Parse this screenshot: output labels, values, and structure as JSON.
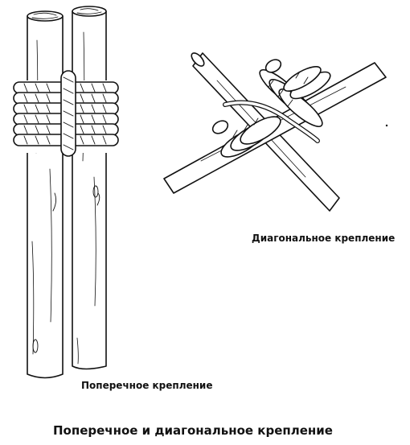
{
  "labels": {
    "diagonal_lashing": "Диагональное крепление",
    "square_lashing": "Поперечное крепление"
  },
  "caption": "Поперечное и диагональное крепление",
  "colors": {
    "ink": "#111111",
    "background": "#ffffff"
  }
}
